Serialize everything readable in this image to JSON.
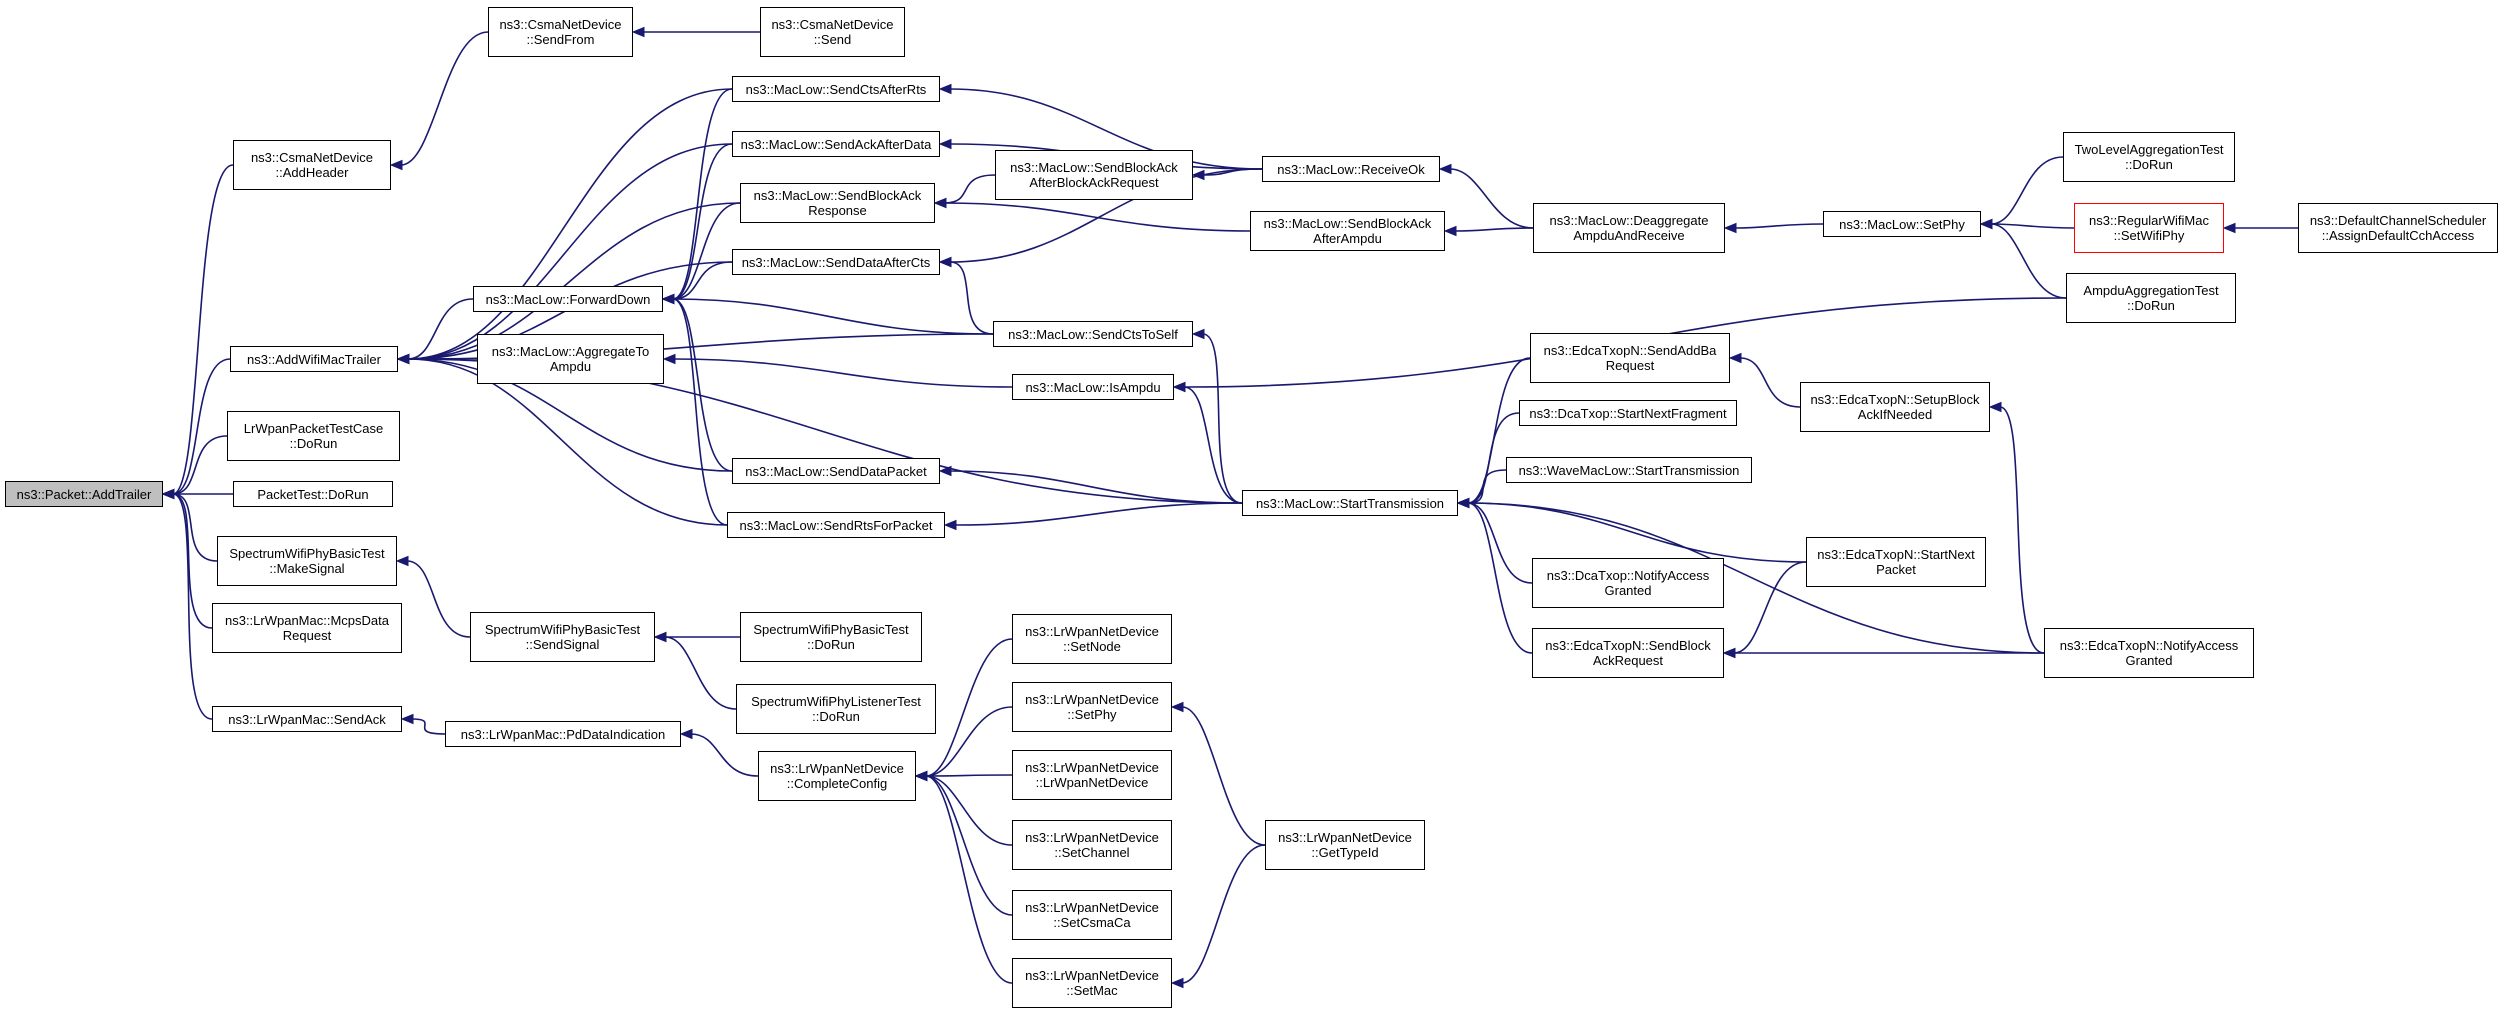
{
  "graph": {
    "root": "n1",
    "nodes": [
      {
        "id": "n1",
        "lines": [
          "ns3::Packet::AddTrailer"
        ],
        "root": true
      },
      {
        "id": "n2",
        "lines": [
          "ns3::CsmaNetDevice",
          "::AddHeader"
        ]
      },
      {
        "id": "n3",
        "lines": [
          "ns3::CsmaNetDevice",
          "::SendFrom"
        ]
      },
      {
        "id": "n4",
        "lines": [
          "ns3::CsmaNetDevice",
          "::Send"
        ]
      },
      {
        "id": "n5",
        "lines": [
          "ns3::AddWifiMacTrailer"
        ]
      },
      {
        "id": "n6",
        "lines": [
          "ns3::MacLow::ForwardDown"
        ]
      },
      {
        "id": "n7",
        "lines": [
          "ns3::MacLow::SendCtsAfterRts"
        ]
      },
      {
        "id": "n8",
        "lines": [
          "ns3::MacLow::SendAckAfterData"
        ]
      },
      {
        "id": "n9",
        "lines": [
          "ns3::MacLow::SendBlockAck",
          "Response"
        ]
      },
      {
        "id": "n10",
        "lines": [
          "ns3::MacLow::SendDataAfterCts"
        ]
      },
      {
        "id": "n11",
        "lines": [
          "ns3::MacLow::SendCtsToSelf"
        ]
      },
      {
        "id": "n12",
        "lines": [
          "ns3::MacLow::SendDataPacket"
        ]
      },
      {
        "id": "n13",
        "lines": [
          "ns3::MacLow::SendRtsForPacket"
        ]
      },
      {
        "id": "n14",
        "lines": [
          "ns3::MacLow::AggregateTo",
          "Ampdu"
        ]
      },
      {
        "id": "n15",
        "lines": [
          "ns3::MacLow::IsAmpdu"
        ]
      },
      {
        "id": "n16",
        "lines": [
          "ns3::MacLow::SendBlockAck",
          "AfterBlockAckRequest"
        ]
      },
      {
        "id": "n17",
        "lines": [
          "ns3::MacLow::ReceiveOk"
        ]
      },
      {
        "id": "n18",
        "lines": [
          "ns3::MacLow::SendBlockAck",
          "AfterAmpdu"
        ]
      },
      {
        "id": "n19",
        "lines": [
          "ns3::MacLow::Deaggregate",
          "AmpduAndReceive"
        ]
      },
      {
        "id": "n20",
        "lines": [
          "ns3::MacLow::SetPhy"
        ]
      },
      {
        "id": "n21",
        "lines": [
          "TwoLevelAggregationTest",
          "::DoRun"
        ]
      },
      {
        "id": "n22",
        "lines": [
          "ns3::RegularWifiMac",
          "::SetWifiPhy"
        ],
        "highlight": true
      },
      {
        "id": "n23",
        "lines": [
          "ns3::DefaultChannelScheduler",
          "::AssignDefaultCchAccess"
        ]
      },
      {
        "id": "n24",
        "lines": [
          "AmpduAggregationTest",
          "::DoRun"
        ]
      },
      {
        "id": "n25",
        "lines": [
          "ns3::MacLow::StartTransmission"
        ]
      },
      {
        "id": "n26",
        "lines": [
          "ns3::EdcaTxopN::SendAddBa",
          "Request"
        ]
      },
      {
        "id": "n27",
        "lines": [
          "ns3::DcaTxop::StartNextFragment"
        ]
      },
      {
        "id": "n28",
        "lines": [
          "ns3::WaveMacLow::StartTransmission"
        ]
      },
      {
        "id": "n29",
        "lines": [
          "ns3::DcaTxop::NotifyAccess",
          "Granted"
        ]
      },
      {
        "id": "n30",
        "lines": [
          "ns3::EdcaTxopN::SendBlock",
          "AckRequest"
        ]
      },
      {
        "id": "n31",
        "lines": [
          "ns3::EdcaTxopN::SetupBlock",
          "AckIfNeeded"
        ]
      },
      {
        "id": "n32",
        "lines": [
          "ns3::EdcaTxopN::StartNext",
          "Packet"
        ]
      },
      {
        "id": "n33",
        "lines": [
          "ns3::EdcaTxopN::NotifyAccess",
          "Granted"
        ]
      },
      {
        "id": "n34",
        "lines": [
          "LrWpanPacketTestCase",
          "::DoRun"
        ]
      },
      {
        "id": "n35",
        "lines": [
          "PacketTest::DoRun"
        ]
      },
      {
        "id": "n36",
        "lines": [
          "SpectrumWifiPhyBasicTest",
          "::MakeSignal"
        ]
      },
      {
        "id": "n37",
        "lines": [
          "SpectrumWifiPhyBasicTest",
          "::SendSignal"
        ]
      },
      {
        "id": "n38",
        "lines": [
          "SpectrumWifiPhyBasicTest",
          "::DoRun"
        ]
      },
      {
        "id": "n39",
        "lines": [
          "SpectrumWifiPhyListenerTest",
          "::DoRun"
        ]
      },
      {
        "id": "n40",
        "lines": [
          "ns3::LrWpanMac::McpsData",
          "Request"
        ]
      },
      {
        "id": "n41",
        "lines": [
          "ns3::LrWpanMac::SendAck"
        ]
      },
      {
        "id": "n42",
        "lines": [
          "ns3::LrWpanMac::PdDataIndication"
        ]
      },
      {
        "id": "n43",
        "lines": [
          "ns3::LrWpanNetDevice",
          "::CompleteConfig"
        ]
      },
      {
        "id": "n44",
        "lines": [
          "ns3::LrWpanNetDevice",
          "::SetNode"
        ]
      },
      {
        "id": "n45",
        "lines": [
          "ns3::LrWpanNetDevice",
          "::SetPhy"
        ]
      },
      {
        "id": "n46",
        "lines": [
          "ns3::LrWpanNetDevice",
          "::LrWpanNetDevice"
        ]
      },
      {
        "id": "n47",
        "lines": [
          "ns3::LrWpanNetDevice",
          "::SetChannel"
        ]
      },
      {
        "id": "n48",
        "lines": [
          "ns3::LrWpanNetDevice",
          "::SetCsmaCa"
        ]
      },
      {
        "id": "n49",
        "lines": [
          "ns3::LrWpanNetDevice",
          "::SetMac"
        ]
      },
      {
        "id": "n50",
        "lines": [
          "ns3::LrWpanNetDevice",
          "::GetTypeId"
        ]
      }
    ],
    "edges": [
      [
        "n2",
        "n1"
      ],
      [
        "n5",
        "n1"
      ],
      [
        "n34",
        "n1"
      ],
      [
        "n35",
        "n1"
      ],
      [
        "n36",
        "n1"
      ],
      [
        "n40",
        "n1"
      ],
      [
        "n41",
        "n1"
      ],
      [
        "n3",
        "n2"
      ],
      [
        "n4",
        "n3"
      ],
      [
        "n6",
        "n5"
      ],
      [
        "n7",
        "n5"
      ],
      [
        "n8",
        "n5"
      ],
      [
        "n9",
        "n5"
      ],
      [
        "n10",
        "n5"
      ],
      [
        "n12",
        "n5"
      ],
      [
        "n13",
        "n5"
      ],
      [
        "n14",
        "n5"
      ],
      [
        "n11",
        "n5"
      ],
      [
        "n25",
        "n5"
      ],
      [
        "n7",
        "n6"
      ],
      [
        "n8",
        "n6"
      ],
      [
        "n9",
        "n6"
      ],
      [
        "n10",
        "n6"
      ],
      [
        "n11",
        "n6"
      ],
      [
        "n12",
        "n6"
      ],
      [
        "n13",
        "n6"
      ],
      [
        "n17",
        "n7"
      ],
      [
        "n17",
        "n8"
      ],
      [
        "n16",
        "n9"
      ],
      [
        "n18",
        "n9"
      ],
      [
        "n17",
        "n10"
      ],
      [
        "n11",
        "n10"
      ],
      [
        "n15",
        "n14"
      ],
      [
        "n17",
        "n16"
      ],
      [
        "n19",
        "n17"
      ],
      [
        "n19",
        "n18"
      ],
      [
        "n20",
        "n19"
      ],
      [
        "n21",
        "n20"
      ],
      [
        "n22",
        "n20"
      ],
      [
        "n24",
        "n20"
      ],
      [
        "n23",
        "n22"
      ],
      [
        "n25",
        "n11"
      ],
      [
        "n24",
        "n15"
      ],
      [
        "n25",
        "n15"
      ],
      [
        "n25",
        "n12"
      ],
      [
        "n25",
        "n13"
      ],
      [
        "n26",
        "n25"
      ],
      [
        "n27",
        "n25"
      ],
      [
        "n28",
        "n25"
      ],
      [
        "n29",
        "n25"
      ],
      [
        "n30",
        "n25"
      ],
      [
        "n32",
        "n25"
      ],
      [
        "n33",
        "n25"
      ],
      [
        "n31",
        "n26"
      ],
      [
        "n33",
        "n31"
      ],
      [
        "n32",
        "n30"
      ],
      [
        "n33",
        "n30"
      ],
      [
        "n37",
        "n36"
      ],
      [
        "n38",
        "n37"
      ],
      [
        "n39",
        "n37"
      ],
      [
        "n42",
        "n41"
      ],
      [
        "n43",
        "n42"
      ],
      [
        "n44",
        "n43"
      ],
      [
        "n45",
        "n43"
      ],
      [
        "n46",
        "n43"
      ],
      [
        "n47",
        "n43"
      ],
      [
        "n48",
        "n43"
      ],
      [
        "n49",
        "n43"
      ],
      [
        "n50",
        "n45"
      ],
      [
        "n50",
        "n49"
      ]
    ]
  }
}
